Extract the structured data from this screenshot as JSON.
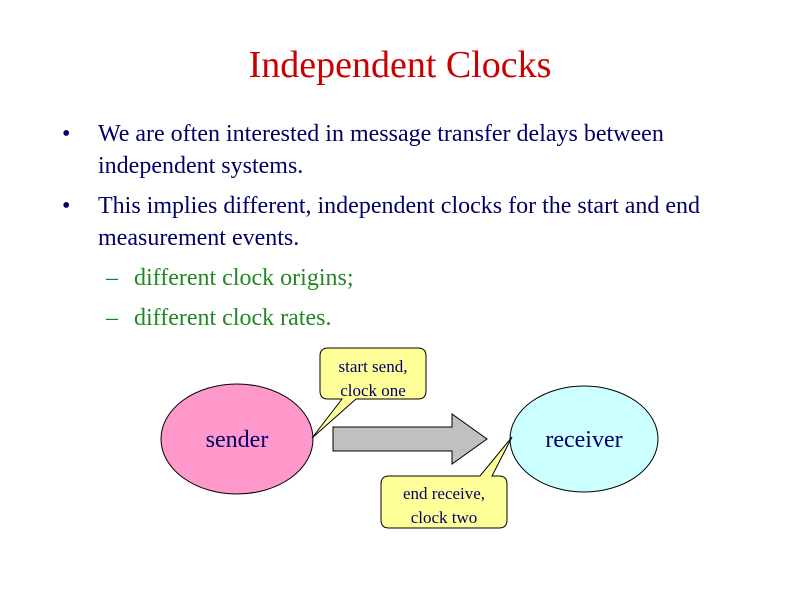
{
  "slide": {
    "title": "Independent Clocks",
    "bullets": [
      {
        "text": "We are often interested in message transfer delays between independent systems."
      },
      {
        "text": "This implies different, independent clocks for the start and end measurement events."
      }
    ],
    "sub_bullets": [
      {
        "text": "different clock origins;"
      },
      {
        "text": "different clock rates."
      }
    ],
    "bullet_glyph": "•",
    "dash_glyph": "–"
  },
  "diagram": {
    "sender_label": "sender",
    "receiver_label": "receiver",
    "callout_start_line1": "start send,",
    "callout_start_line2": "clock one",
    "callout_end_line1": "end receive,",
    "callout_end_line2": "clock two",
    "colors": {
      "sender_fill": "#ff99cc",
      "receiver_fill": "#ccffff",
      "arrow_fill": "#c0c0c0",
      "callout_fill": "#ffff99",
      "title_color": "#cc0000",
      "sub_bullet_color": "#228822",
      "text_color": "#000066"
    }
  }
}
